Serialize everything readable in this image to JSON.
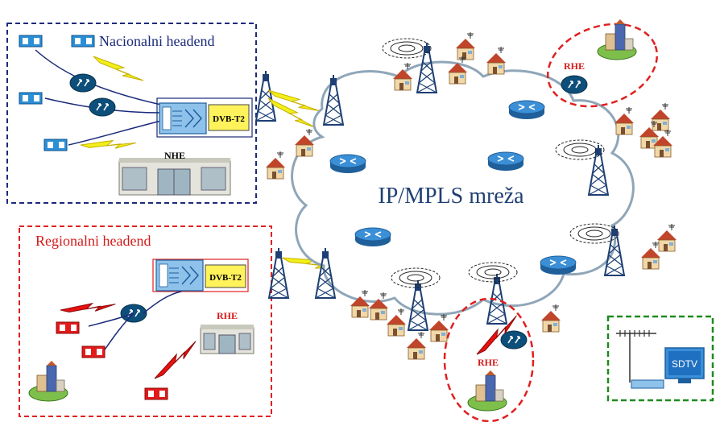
{
  "national": {
    "title": "Nacionalni headend",
    "dvb_label": "DVB-T2",
    "building_label": "NHE"
  },
  "regional": {
    "title": "Regionalni headend",
    "dvb_label": "DVB-T2",
    "building_label": "RHE"
  },
  "cloud": {
    "label": "IP/MPLS mreža"
  },
  "rhe_labels": {
    "top_right": "RHE",
    "bottom": "RHE"
  },
  "tv": {
    "label": "SDTV"
  },
  "colors": {
    "national_border": "#1a2a7a",
    "regional_border": "#e02020",
    "rhe_ellipse": "#e02020",
    "tv_border": "#1e8a1e",
    "cloud_fill": "#ffffff",
    "cloud_stroke": "#8fa6b8",
    "lightning_yellow": "#f2f01a",
    "lightning_red": "#e81010",
    "router_blue": "#2e7fc8",
    "encoder_badge": "#0d4f7a",
    "dvb_box": "#fff25a"
  },
  "icons": {
    "router": "router-icon",
    "tower": "transmitter-tower-icon",
    "house": "house-icon",
    "receiver": "set-top-box-icon",
    "encoder": "encoder-badge-icon",
    "antenna": "antenna-icon",
    "tv": "tv-icon"
  }
}
